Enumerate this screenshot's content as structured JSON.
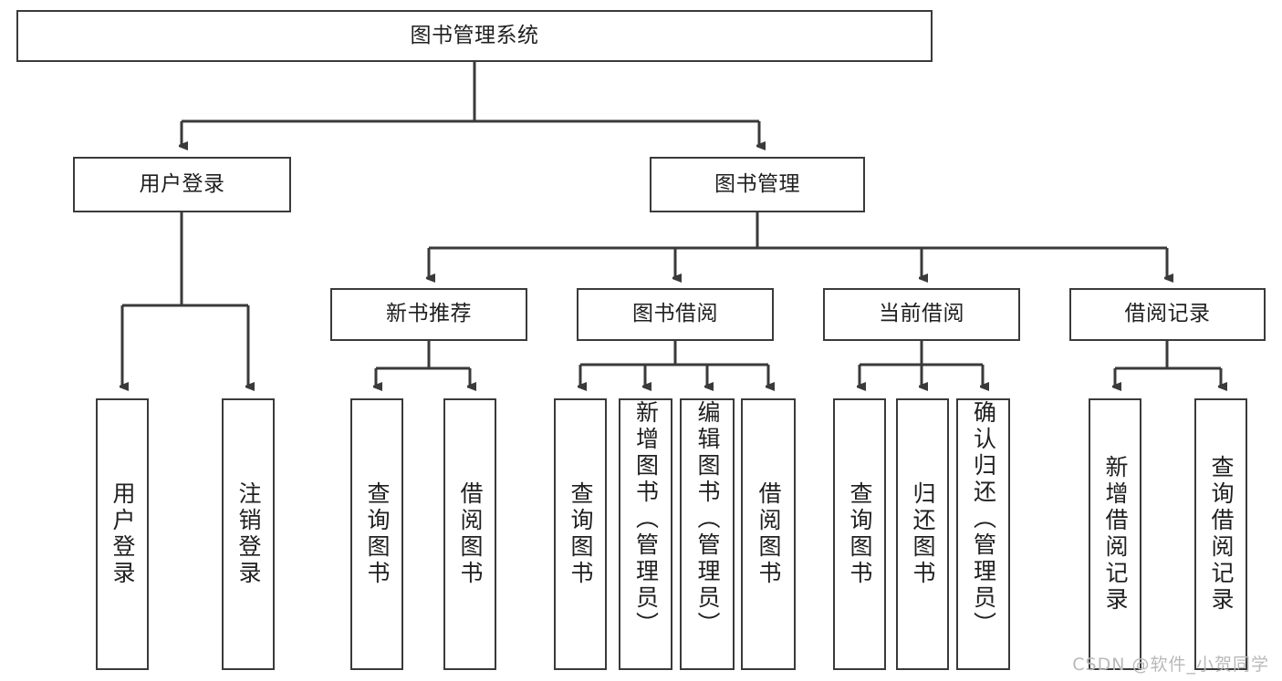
{
  "diagram": {
    "title_node": {
      "label": "图书管理系统"
    },
    "level2": [
      {
        "id": "user-login",
        "label": "用户登录"
      },
      {
        "id": "book-manage",
        "label": "图书管理"
      }
    ],
    "level3": [
      {
        "id": "new-book-recommend",
        "label": "新书推荐"
      },
      {
        "id": "book-borrow",
        "label": "图书借阅"
      },
      {
        "id": "current-borrow",
        "label": "当前借阅"
      },
      {
        "id": "borrow-record",
        "label": "借阅记录"
      }
    ],
    "leaves": [
      {
        "id": "leaf-user-login",
        "label": "用户登录",
        "align": "mid"
      },
      {
        "id": "leaf-logout-login",
        "label": "注销登录",
        "align": "mid"
      },
      {
        "id": "leaf-query-book-1",
        "label": "查询图书",
        "align": "mid"
      },
      {
        "id": "leaf-borrow-book-1",
        "label": "借阅图书",
        "align": "mid"
      },
      {
        "id": "leaf-query-book-2",
        "label": "查询图书",
        "align": "mid"
      },
      {
        "id": "leaf-add-book-admin",
        "label": "新增图书（管理员）",
        "align": "top"
      },
      {
        "id": "leaf-edit-book-admin",
        "label": "编辑图书（管理员）",
        "align": "top"
      },
      {
        "id": "leaf-borrow-book-2",
        "label": "借阅图书",
        "align": "mid"
      },
      {
        "id": "leaf-query-book-3",
        "label": "查询图书",
        "align": "mid"
      },
      {
        "id": "leaf-return-book",
        "label": "归还图书",
        "align": "mid"
      },
      {
        "id": "leaf-confirm-return-admin",
        "label": "确认归还（管理员）",
        "align": "top"
      },
      {
        "id": "leaf-add-borrow-record",
        "label": "新增借阅记录",
        "align": "mid"
      },
      {
        "id": "leaf-query-borrow-record",
        "label": "查询借阅记录",
        "align": "mid"
      }
    ],
    "watermark": "CSDN @软件_小贺同学",
    "colors": {
      "stroke": "#3a3a3a",
      "background": "#ffffff",
      "text": "#202020",
      "watermark": "#b9b9b9"
    }
  }
}
